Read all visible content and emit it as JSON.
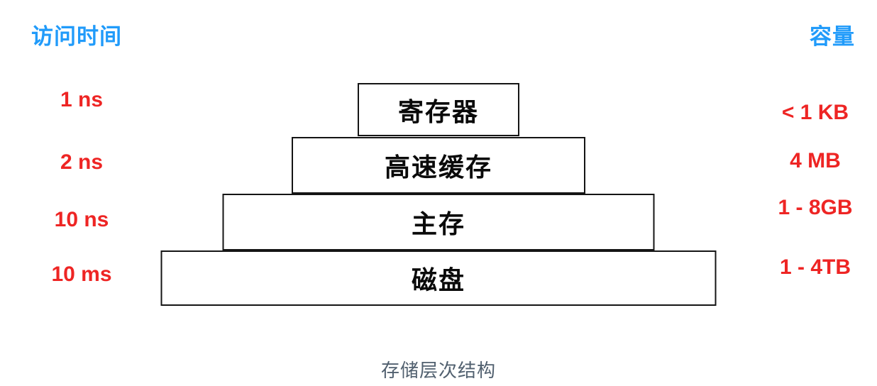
{
  "diagram": {
    "caption": "存储层次结构",
    "left_column": {
      "title": "访问时间"
    },
    "right_column": {
      "title": "容量"
    },
    "colors": {
      "column_title": "#219bfa",
      "value_text": "#ee2524",
      "box_border": "#151515",
      "box_fill": "#ffffff",
      "caption_text": "#51606f",
      "background": "#ffffff"
    },
    "levels": [
      {
        "name": "寄存器",
        "access_time": "1 ns",
        "capacity": "< 1 KB"
      },
      {
        "name": "高速缓存",
        "access_time": "2 ns",
        "capacity": "4 MB"
      },
      {
        "name": "主存",
        "access_time": "10 ns",
        "capacity": "1 - 8GB"
      },
      {
        "name": "磁盘",
        "access_time": "10 ms",
        "capacity": "1 - 4TB"
      }
    ]
  }
}
